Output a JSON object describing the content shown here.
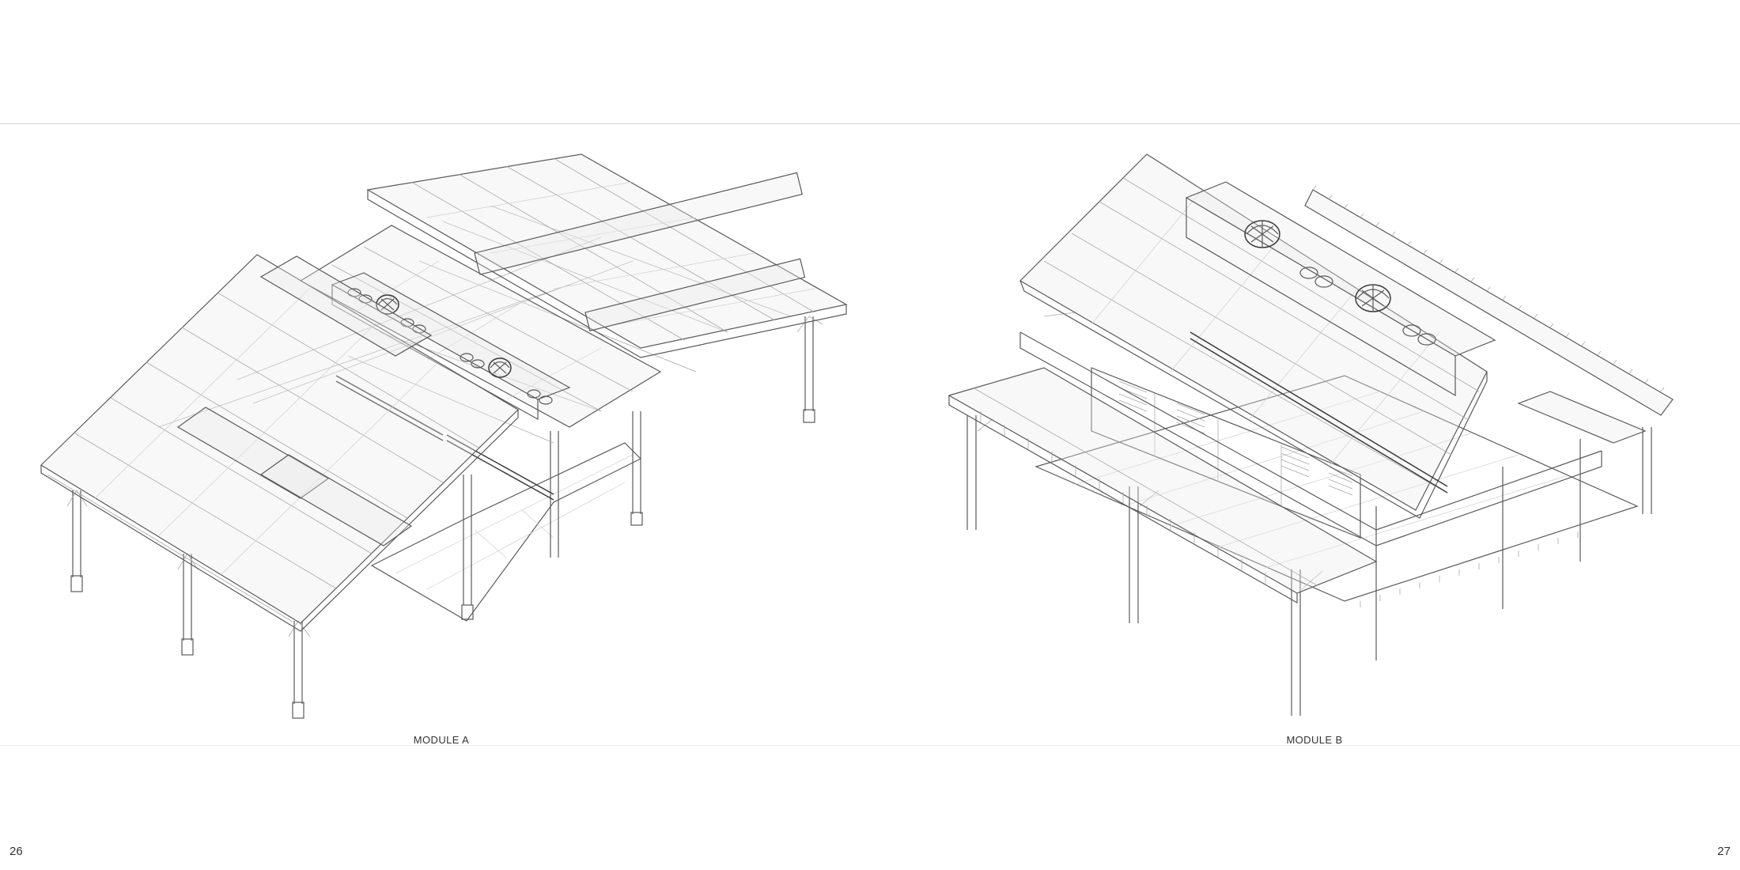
{
  "spread": {
    "left_page_number": "26",
    "right_page_number": "27"
  },
  "figures": [
    {
      "caption": "MODULE A"
    },
    {
      "caption": "MODULE B"
    }
  ],
  "colors": {
    "line": "#5a5a5a",
    "light_line": "#a9a9a9",
    "rule": "#d4d4d4"
  }
}
